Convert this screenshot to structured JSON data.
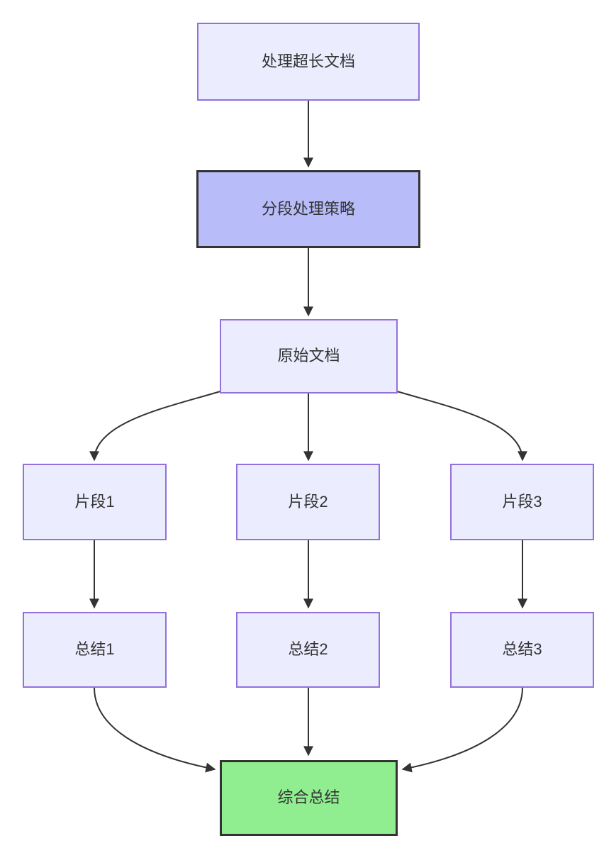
{
  "diagram": {
    "type": "flowchart-top-down",
    "colors": {
      "canvas_background": "#FFFFFF",
      "node_fill": "#ECECFF",
      "node_border": "#9370DB",
      "highlight_fill": "#B8BCF8",
      "highlight_border": "#333333",
      "result_fill": "#90EE90",
      "result_border": "#333333",
      "edge_color": "#333333",
      "text_color": "#333333"
    },
    "nodes": [
      {
        "id": "process-long-document",
        "label": "处理超长文档",
        "style": "default"
      },
      {
        "id": "segmentation-strategy",
        "label": "分段处理策略",
        "style": "highlight"
      },
      {
        "id": "original-document",
        "label": "原始文档",
        "style": "default"
      },
      {
        "id": "fragment-1",
        "label": "片段1",
        "style": "default"
      },
      {
        "id": "fragment-2",
        "label": "片段2",
        "style": "default"
      },
      {
        "id": "fragment-3",
        "label": "片段3",
        "style": "default"
      },
      {
        "id": "summary-1",
        "label": "总结1",
        "style": "default"
      },
      {
        "id": "summary-2",
        "label": "总结2",
        "style": "default"
      },
      {
        "id": "summary-3",
        "label": "总结3",
        "style": "default"
      },
      {
        "id": "final-summary",
        "label": "综合总结",
        "style": "result"
      }
    ],
    "edges": [
      {
        "from": "process-long-document",
        "to": "segmentation-strategy"
      },
      {
        "from": "segmentation-strategy",
        "to": "original-document"
      },
      {
        "from": "original-document",
        "to": "fragment-1"
      },
      {
        "from": "original-document",
        "to": "fragment-2"
      },
      {
        "from": "original-document",
        "to": "fragment-3"
      },
      {
        "from": "fragment-1",
        "to": "summary-1"
      },
      {
        "from": "fragment-2",
        "to": "summary-2"
      },
      {
        "from": "fragment-3",
        "to": "summary-3"
      },
      {
        "from": "summary-1",
        "to": "final-summary"
      },
      {
        "from": "summary-2",
        "to": "final-summary"
      },
      {
        "from": "summary-3",
        "to": "final-summary"
      }
    ]
  }
}
